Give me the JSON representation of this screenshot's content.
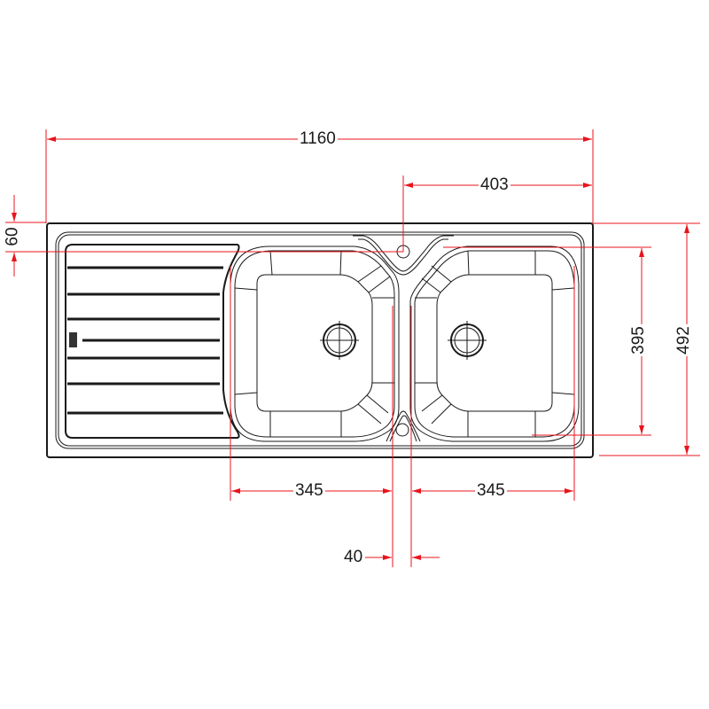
{
  "drawing": {
    "title": "Double bowl kitchen sink with drainer — technical drawing",
    "units": "mm",
    "line_color": "#1a1a1a",
    "dimension_color": "#e8141c",
    "background": "#ffffff"
  },
  "dimensions": {
    "overall_width": "1160",
    "tap_hole_to_right_edge": "403",
    "edge_to_bowl_top": "60",
    "bowl_depth": "395",
    "overall_depth": "492",
    "left_bowl_width": "345",
    "right_bowl_width": "345",
    "bowl_divider_gap": "40"
  },
  "components": {
    "drainer": {
      "ribs": 7,
      "position": "left"
    },
    "bowls": [
      {
        "name": "left-bowl",
        "waste": "center"
      },
      {
        "name": "right-bowl",
        "waste": "center"
      }
    ],
    "tap_hole": {
      "position": "top-center between bowls"
    },
    "overflow_hole": {
      "position": "bottom-center between bowls"
    }
  }
}
